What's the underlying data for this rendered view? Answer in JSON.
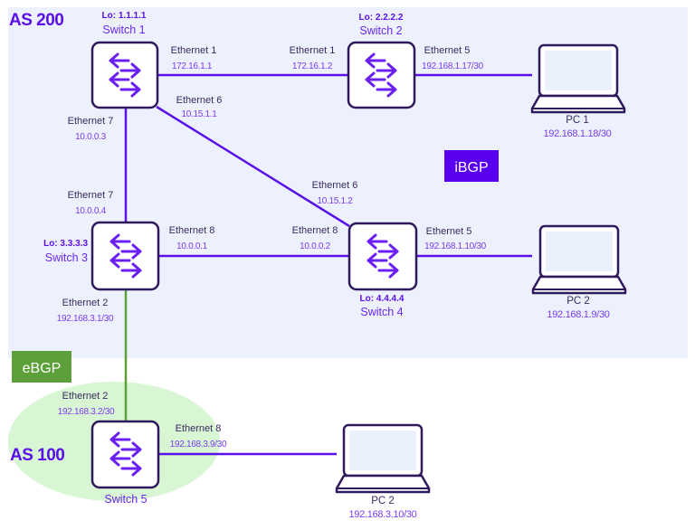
{
  "colors": {
    "as200_bg": "#ecf1fd",
    "as100_bg": "#d8f5d4",
    "link": "#5a10e8",
    "ebgp_link": "#5da03a",
    "device_stroke": "#2e1a5c",
    "arrow": "#6a20f0",
    "ibgp_badge": "#5a00f0",
    "ebgp_badge": "#5da03a"
  },
  "as_regions": {
    "as200": {
      "label": "AS 200"
    },
    "as100": {
      "label": "AS 100"
    }
  },
  "badges": {
    "ibgp": "iBGP",
    "ebgp": "eBGP"
  },
  "switches": [
    {
      "id": "sw1",
      "name": "Switch 1",
      "loopback": "Lo: 1.1.1.1"
    },
    {
      "id": "sw2",
      "name": "Switch 2",
      "loopback": "Lo: 2.2.2.2"
    },
    {
      "id": "sw3",
      "name": "Switch 3",
      "loopback": "Lo: 3.3.3.3"
    },
    {
      "id": "sw4",
      "name": "Switch 4",
      "loopback": "Lo: 4.4.4.4"
    },
    {
      "id": "sw5",
      "name": "Switch 5",
      "loopback": ""
    }
  ],
  "pcs": [
    {
      "id": "pc1",
      "name": "PC 1",
      "ip": "192.168.1.18/30"
    },
    {
      "id": "pc2",
      "name": "PC 2",
      "ip": "192.168.1.9/30"
    },
    {
      "id": "pc3",
      "name": "PC 2",
      "ip": "192.168.3.10/30"
    }
  ],
  "interfaces": [
    {
      "id": "sw1-e1",
      "name": "Ethernet 1",
      "ip": "172.16.1.1"
    },
    {
      "id": "sw2-e1",
      "name": "Ethernet 1",
      "ip": "172.16.1.2"
    },
    {
      "id": "sw2-e5",
      "name": "Ethernet 5",
      "ip": "192.168.1.17/30"
    },
    {
      "id": "sw1-e6",
      "name": "Ethernet 6",
      "ip": "10.15.1.1"
    },
    {
      "id": "sw1-e7",
      "name": "Ethernet 7",
      "ip": "10.0.0.3"
    },
    {
      "id": "sw4-e6",
      "name": "Ethernet 6",
      "ip": "10.15.1.2"
    },
    {
      "id": "sw3-e7",
      "name": "Ethernet 7",
      "ip": "10.0.0.4"
    },
    {
      "id": "sw3-e8",
      "name": "Ethernet 8",
      "ip": "10.0.0.1"
    },
    {
      "id": "sw4-e8",
      "name": "Ethernet 8",
      "ip": "10.0.0.2"
    },
    {
      "id": "sw4-e5",
      "name": "Ethernet 5",
      "ip": "192.168.1.10/30"
    },
    {
      "id": "sw3-e2",
      "name": "Ethernet 2",
      "ip": "192.168.3.1/30"
    },
    {
      "id": "sw5-e2",
      "name": "Ethernet 2",
      "ip": "192.168.3.2/30"
    },
    {
      "id": "sw5-e8",
      "name": "Ethernet 8",
      "ip": "192.168.3.9/30"
    }
  ],
  "links": [
    {
      "from": "sw1",
      "to": "sw2",
      "type": "ibgp"
    },
    {
      "from": "sw2",
      "to": "pc1",
      "type": "access"
    },
    {
      "from": "sw1",
      "to": "sw4",
      "type": "ibgp"
    },
    {
      "from": "sw1",
      "to": "sw3",
      "type": "ibgp"
    },
    {
      "from": "sw3",
      "to": "sw4",
      "type": "ibgp"
    },
    {
      "from": "sw4",
      "to": "pc2",
      "type": "access"
    },
    {
      "from": "sw3",
      "to": "sw5",
      "type": "ebgp"
    },
    {
      "from": "sw5",
      "to": "pc3",
      "type": "access"
    }
  ]
}
